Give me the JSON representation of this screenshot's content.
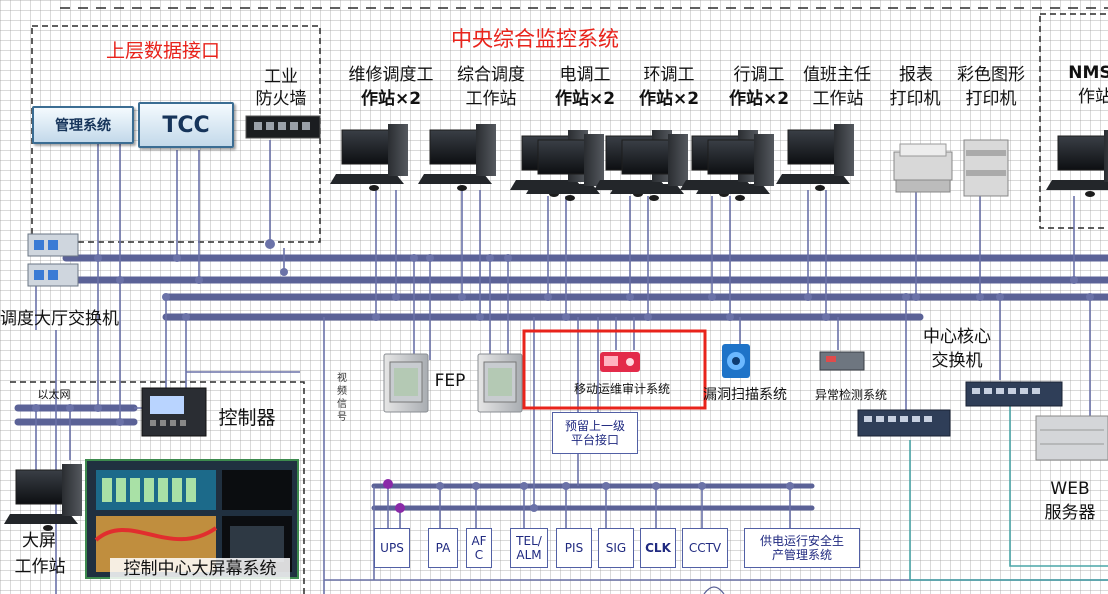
{
  "title": "中央综合监控系统",
  "upper_interface": {
    "title": "上层数据接口",
    "mgmt": "管理系统",
    "tcc": "TCC",
    "firewall": [
      "工业",
      "防火墙"
    ]
  },
  "workstations": [
    [
      "维修调度工",
      "作站×2"
    ],
    [
      "综合调度",
      "工作站"
    ],
    [
      "电调工",
      "作站×2"
    ],
    [
      "环调工",
      "作站×2"
    ],
    [
      "行调工",
      "作站×2"
    ],
    [
      "值班主任",
      "工作站"
    ],
    [
      "报表",
      "打印机"
    ],
    [
      "彩色图形",
      "打印机"
    ]
  ],
  "nms": [
    "NMS",
    "作站"
  ],
  "hall_switch": "调度大厅交换机",
  "video_signal": "视频信号",
  "fep": "FEP",
  "mobile_audit": "移动运维审计系统",
  "vuln_scan": "漏洞扫描系统",
  "anomaly": "异常检测系统",
  "core_switch": [
    "中心核心",
    "交换机"
  ],
  "web_server": [
    "WEB",
    "服务器"
  ],
  "reserved_if": [
    "预留上一级",
    "平台接口"
  ],
  "ethernet": "以太网",
  "controller": "控制器",
  "bigscreen_ws": [
    "大屏",
    "工作站"
  ],
  "bigscreen_sys": "控制中心大屏幕系统",
  "subsystems": [
    "UPS",
    "PA",
    "AF\nC",
    "TEL/\nALM",
    "PIS",
    "SIG",
    "CLK",
    "CCTV",
    "供电运行安全生\n产管理系统"
  ],
  "colors": {
    "bus": "#5b6297",
    "highlight": "#e8231b",
    "node": "#6b72a8",
    "teal": "#4aa6a8",
    "subsystem_border": "#5260a5"
  }
}
